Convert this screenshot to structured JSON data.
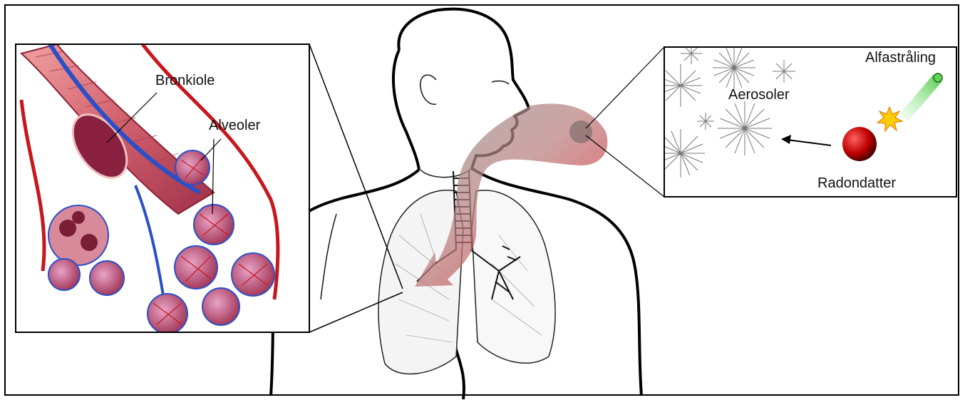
{
  "labels": {
    "bronchiole": "Bronkiole",
    "alveoli": "Alveoler",
    "alpha_radiation": "Alfastråling",
    "aerosols": "Aerosoler",
    "radon_daughter": "Radondatter"
  },
  "colors": {
    "artery_red": "#c8161d",
    "vein_blue": "#2a4fc9",
    "tissue_pink": "#d66a7a",
    "airflow_gray": "#8f8f8f",
    "airflow_red": "#e23a3a",
    "particle_red": "#b30000",
    "alpha_green": "#5fd35a",
    "spark_yellow": "#ffcc00"
  }
}
